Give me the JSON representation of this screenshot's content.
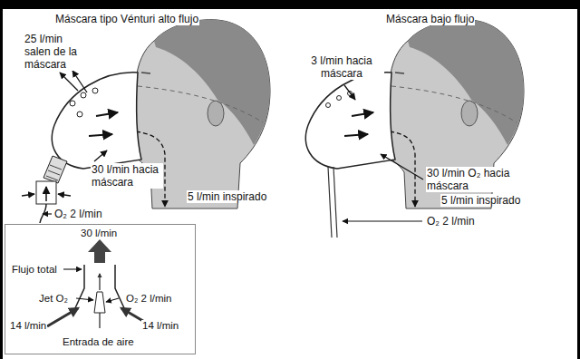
{
  "diagram": {
    "nodes": [
      {
        "text": [
          "30 l/min",
          "Flujo total",
          "Jet O₂",
          "O₂ 2 l/min",
          "14 l/min",
          "14 l/min",
          "Entrada de aire"
        ]
      }
    ],
    "labels": [
      "Máscara tipo Vénturi alto flujo",
      "25 l/min salen de la máscara",
      "30 l/min hacia máscara",
      "5 l/min inspirado",
      "O₂ 2 l/min",
      "Máscara bajo flujo",
      "3 l/min hacia máscara",
      "30 l/min O₂ hacia máscara",
      "5 l/min inspirado",
      "O₂ 2 l/min"
    ]
  }
}
